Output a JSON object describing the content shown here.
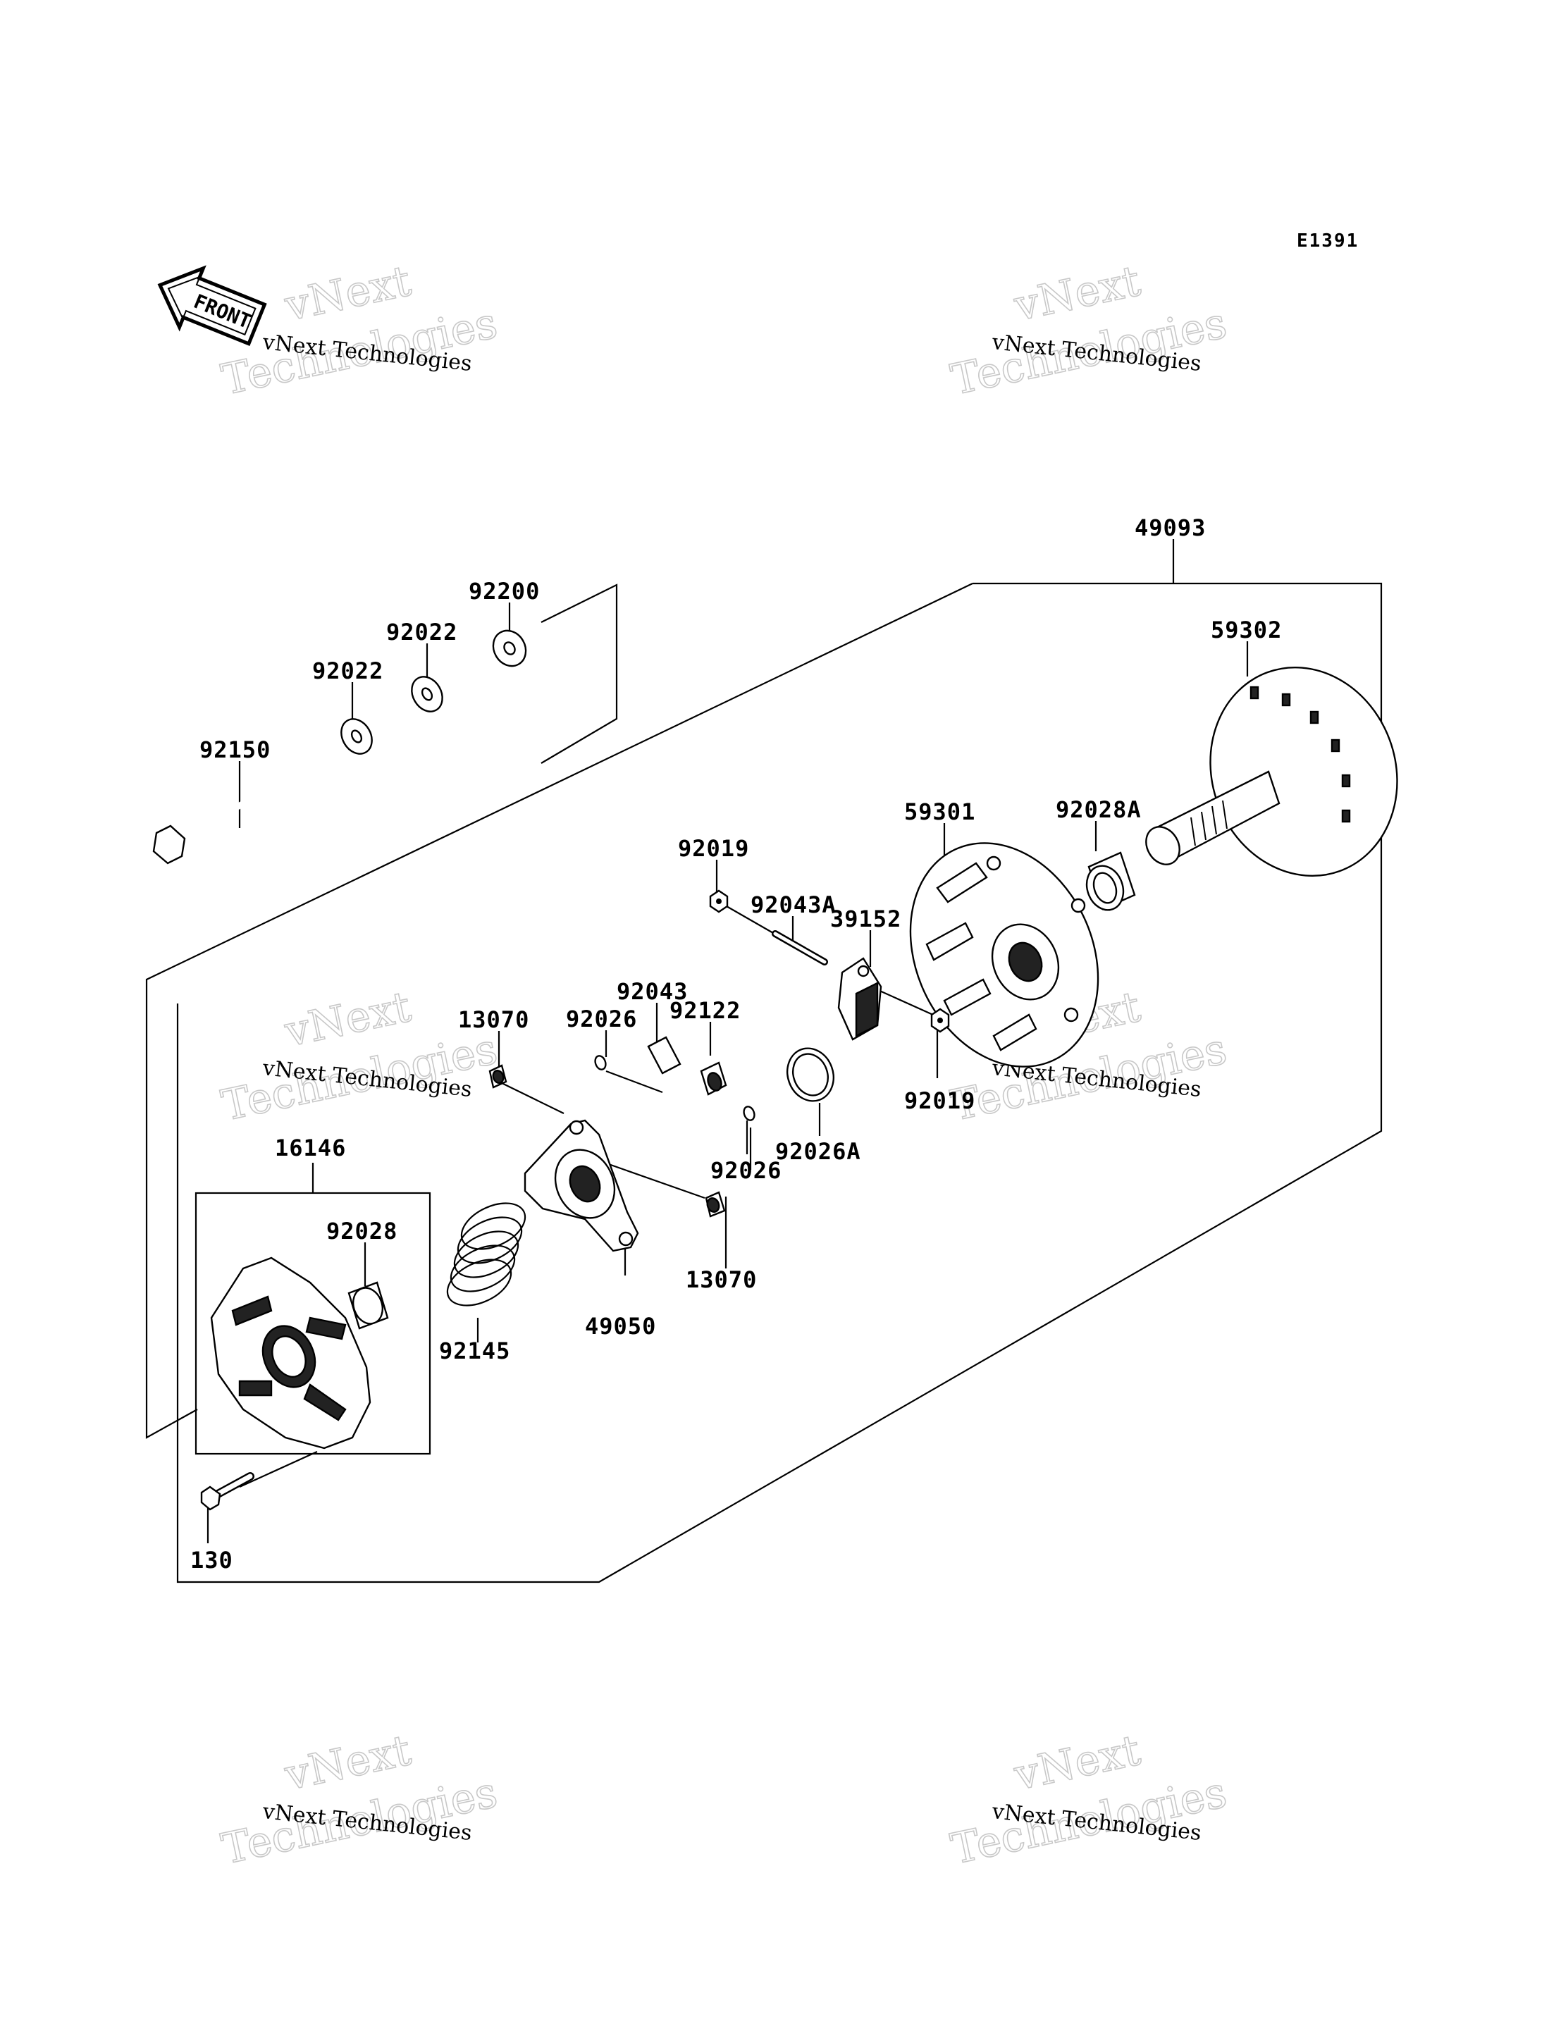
{
  "diagram": {
    "code": "E1391",
    "front_label": "FRONT",
    "watermark": {
      "small": "vNext Technologies",
      "big_line1": "vNext",
      "big_line2": "Technologies"
    },
    "parts": {
      "p49093": "49093",
      "p59302": "59302",
      "p92200": "92200",
      "p92022a": "92022",
      "p92022b": "92022",
      "p92150": "92150",
      "p59301": "59301",
      "p92028A": "92028A",
      "p92019a": "92019",
      "p92043A": "92043A",
      "p39152": "39152",
      "p92026a": "92026",
      "p92043": "92043",
      "p92122": "92122",
      "p13070a": "13070",
      "p92019b": "92019",
      "p92026A": "92026A",
      "p92026b": "92026",
      "p16146": "16146",
      "p92028": "92028",
      "p13070b": "13070",
      "p92145": "92145",
      "p49050": "49050",
      "p130": "130"
    }
  }
}
